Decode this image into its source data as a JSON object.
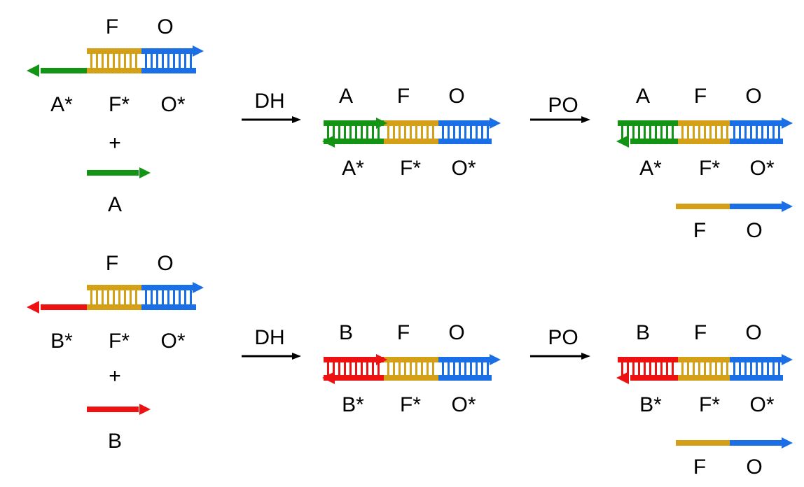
{
  "colors": {
    "green": "#149414",
    "red": "#ee1111",
    "gold": "#d4a017",
    "blue": "#1a6fe6",
    "black": "#000000"
  },
  "step_labels": {
    "dh": "DH",
    "po": "PO"
  },
  "plus": "+",
  "rows": [
    {
      "color_key": "green",
      "initial": {
        "top": [
          "F",
          "O"
        ],
        "bottom": [
          "A*",
          "F*",
          "O*"
        ]
      },
      "strand": "A",
      "hybrid": {
        "top": [
          "A",
          "F",
          "O"
        ],
        "bottom": [
          "A*",
          "F*",
          "O*"
        ]
      },
      "product": {
        "top": [
          "A",
          "F",
          "O"
        ],
        "bottom": [
          "A*",
          "F*",
          "O*"
        ]
      },
      "released": [
        "F",
        "O"
      ]
    },
    {
      "color_key": "red",
      "initial": {
        "top": [
          "F",
          "O"
        ],
        "bottom": [
          "B*",
          "F*",
          "O*"
        ]
      },
      "strand": "B",
      "hybrid": {
        "top": [
          "B",
          "F",
          "O"
        ],
        "bottom": [
          "B*",
          "F*",
          "O*"
        ]
      },
      "product": {
        "top": [
          "B",
          "F",
          "O"
        ],
        "bottom": [
          "B*",
          "F*",
          "O*"
        ]
      },
      "released": [
        "F",
        "O"
      ]
    }
  ]
}
